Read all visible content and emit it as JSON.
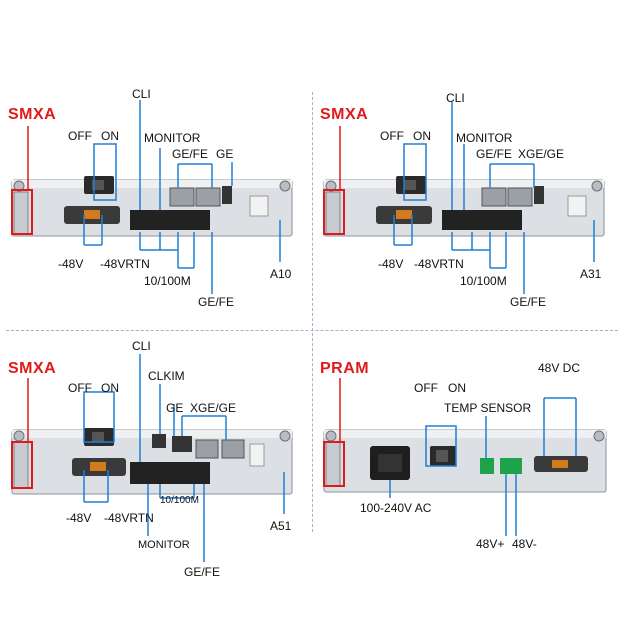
{
  "panels": [
    {
      "title": "SMXA",
      "labels": {
        "cli": "CLI",
        "off": "OFF",
        "on": "ON",
        "monitor": "MONITOR",
        "gefe_top": "GE/FE",
        "ge_top": "GE",
        "m48v": "-48V",
        "m48vrtn": "-48VRTN",
        "fast": "10/100M",
        "gefe_bottom": "GE/FE",
        "slot": "A10"
      }
    },
    {
      "title": "SMXA",
      "labels": {
        "cli": "CLI",
        "off": "OFF",
        "on": "ON",
        "monitor": "MONITOR",
        "gefe_top": "GE/FE",
        "xge_top": "XGE/GE",
        "m48v": "-48V",
        "m48vrtn": "-48VRTN",
        "fast": "10/100M",
        "gefe_bottom": "GE/FE",
        "slot": "A31"
      }
    },
    {
      "title": "SMXA",
      "labels": {
        "cli": "CLI",
        "clkim": "CLKIM",
        "off": "OFF",
        "on": "ON",
        "ge_top": "GE",
        "xge_top": "XGE/GE",
        "m48v": "-48V",
        "m48vrtn": "-48VRTN",
        "fast": "10/100M",
        "monitor": "MONITOR",
        "gefe_bottom": "GE/FE",
        "slot": "A51"
      }
    },
    {
      "title": "PRAM",
      "labels": {
        "off": "OFF",
        "on": "ON",
        "temp": "TEMP SENSOR",
        "dc": "48V DC",
        "ac": "100-240V AC",
        "p48": "48V+",
        "n48": "48V-"
      }
    }
  ],
  "colors": {
    "title": "#e01a1a",
    "callout": "#1e7fd6",
    "red_box": "#e01a1a"
  }
}
